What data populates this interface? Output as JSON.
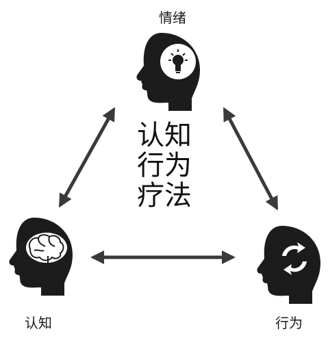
{
  "nodes": {
    "emotion": {
      "label": "情绪",
      "icon": "lightbulb-icon"
    },
    "cognition": {
      "label": "认知",
      "icon": "brain-icon"
    },
    "behavior": {
      "label": "行为",
      "icon": "refresh-arrows-icon"
    }
  },
  "center_title": [
    "认知",
    "行为",
    "疗法"
  ],
  "colors": {
    "head": "#1c1c1c",
    "arrow": "#3a3a3a",
    "background": "#ffffff"
  }
}
